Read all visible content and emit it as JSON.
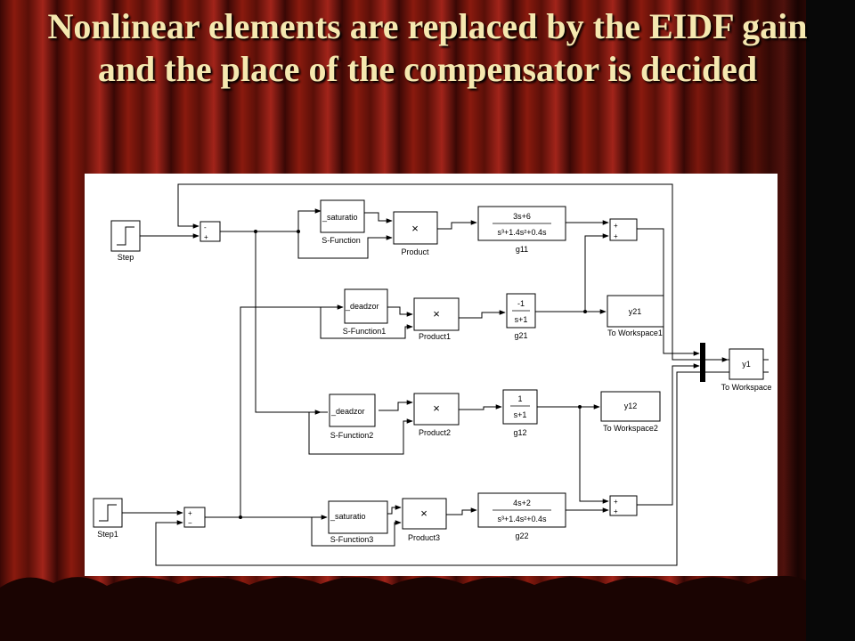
{
  "title": "Nonlinear elements are replaced by the EIDF gain and the place of the compensator is decided",
  "colors": {
    "curtain_dark": "#2a0603",
    "curtain_red": "#8a1a0e",
    "title_text": "#f5e8b0"
  },
  "diagram": {
    "sources": {
      "step": "Step",
      "step1": "Step1"
    },
    "sum_signs": {
      "sum_top": [
        "-",
        "+"
      ],
      "sum_bottom": [
        "+",
        "−"
      ],
      "sum_out1": [
        "+",
        "+"
      ],
      "sum_out2": [
        "+",
        "+"
      ]
    },
    "sfunctions": {
      "sf": {
        "text": "_saturatio",
        "label": "S-Function"
      },
      "sf1": {
        "text": "_deadzor",
        "label": "S-Function1"
      },
      "sf2": {
        "text": "_deadzor",
        "label": "S-Function2"
      },
      "sf3": {
        "text": "_saturatio",
        "label": "S-Function3"
      }
    },
    "products": {
      "p": {
        "symbol": "×",
        "label": "Product"
      },
      "p1": {
        "symbol": "×",
        "label": "Product1"
      },
      "p2": {
        "symbol": "×",
        "label": "Product2"
      },
      "p3": {
        "symbol": "×",
        "label": "Product3"
      }
    },
    "transfer_functions": {
      "g11": {
        "num": "3s+6",
        "den": "s³+1.4s²+0.4s",
        "label": "g11"
      },
      "g21": {
        "num": "-1",
        "den": "s+1",
        "label": "g21"
      },
      "g12": {
        "num": "1",
        "den": "s+1",
        "label": "g12"
      },
      "g22": {
        "num": "4s+2",
        "den": "s³+1.4s²+0.4s",
        "label": "g22"
      }
    },
    "workspaces": {
      "ws": {
        "var": "y1",
        "label": "To Workspace"
      },
      "ws1": {
        "var": "y21",
        "label": "To Workspace1"
      },
      "ws2": {
        "var": "y12",
        "label": "To Workspace2"
      }
    }
  }
}
